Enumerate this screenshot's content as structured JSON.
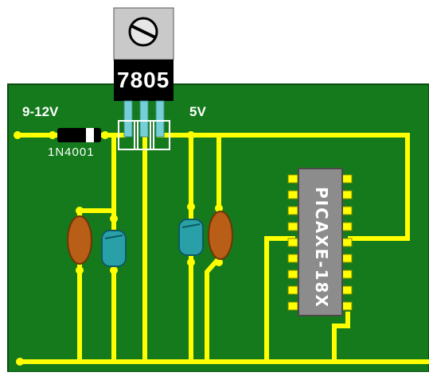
{
  "labels": {
    "input_voltage": "9-12V",
    "output_voltage": "5V",
    "diode": "1N4001",
    "regulator": "7805",
    "chip": "PICAXE-18X"
  },
  "colors": {
    "board": "#147a1c",
    "trace": "#ffff00",
    "regulator_body": "#000000",
    "heatsink": "#c9c9c9",
    "regulator_leads": "#76cfd6",
    "electrolytic_cap": "#29a0a8",
    "ceramic_cap": "#b85e16",
    "chip_body": "#8c8c8c"
  }
}
